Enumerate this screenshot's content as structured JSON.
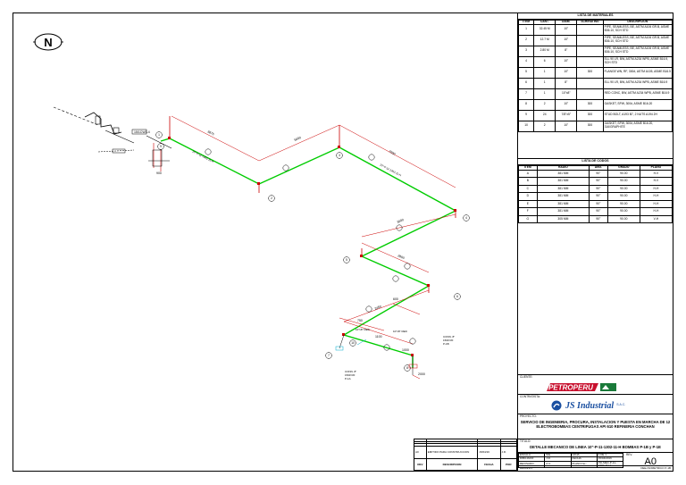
{
  "north": "N",
  "tags": {
    "origin_tag": "15/1CW3-4",
    "branch_tag": "10\"-P-11-1302-11",
    "reducer_note": "10\"x8\" RED",
    "elbow_note": "10\"x8\" RED",
    "pump1_tag": "P-1A",
    "pump2_tag": "P-1B",
    "pump_note_1": "CONN. 8\"",
    "pump_note_2": "CONN. 8\"",
    "pump_flange_1": "150# RF",
    "pump_flange_2": "150# RF"
  },
  "dimensions": [
    "3875",
    "5000",
    "7000",
    "3000",
    "2800",
    "2450",
    "750",
    "1100",
    "1000",
    "900",
    "600",
    "2000"
  ],
  "pipe_labels": [
    "10\"-P-11-1302-11-H"
  ],
  "points": [
    "1",
    "2",
    "3",
    "4",
    "5",
    "6",
    "7",
    "8",
    "9",
    "10",
    "11",
    "12",
    "13",
    "14"
  ],
  "material_list": {
    "title": "LISTA DE MATERIALES",
    "headers": [
      "ITEM",
      "CANT.",
      "DIAM.",
      "SCH/RATING",
      "DESCRIPCION"
    ],
    "rows": [
      [
        "1",
        "32.45 M",
        "10\"",
        "",
        "PIPE, SEAMLESS, BE, ASTM A106 GR.B, ASME B36.10, SCH STD"
      ],
      [
        "2",
        "12.7 M",
        "10\"",
        "",
        "PIPE, SEAMLESS, BE, ASTM A106 GR.B, ASME B36.10, SCH STD"
      ],
      [
        "3",
        "2.80 M",
        "8\"",
        "",
        "PIPE, SEAMLESS, BE, ASTM A106 GR.B, ASME B36.10, SCH STD"
      ],
      [
        "4",
        "6",
        "10\"",
        "",
        "ELL 90 LR, BW, ASTM A234 WPB, ASME B16.9, SCH STD"
      ],
      [
        "5",
        "1",
        "10\"",
        "300",
        "FLANGE WN, RF, 300#, ASTM A105, ASME B16.5"
      ],
      [
        "6",
        "1",
        "8\"",
        "",
        "ELL 90 LR, BW, ASTM A234 WPB, ASME B16.9"
      ],
      [
        "7",
        "1",
        "10\"x8\"",
        "",
        "RED CONC, BW, ASTM A234 WPB, ASME B16.9"
      ],
      [
        "8",
        "2",
        "10\"",
        "300",
        "GASKET, SPW, 300#, ASME B16.20"
      ],
      [
        "9",
        "24",
        "7/8\"x5\"",
        "300",
        "STUD BOLT, A193 B7, 2 NUTS A194 2H"
      ],
      [
        "10",
        "2",
        "10\"",
        "300",
        "GASKET, SPW, 300#, ASME B16.20, 316/GRAPHITE"
      ]
    ]
  },
  "bend_list": {
    "title": "LISTA DE CODOS",
    "headers": [
      "ITEM",
      "RADIO",
      "ANG.",
      "GRADO",
      "PLANO"
    ],
    "rows": [
      [
        "A",
        "381 MM",
        "90°",
        "90.00",
        "H-V"
      ],
      [
        "B",
        "381 MM",
        "90°",
        "90.00",
        "H-V"
      ],
      [
        "C",
        "381 MM",
        "90°",
        "90.00",
        "H-H"
      ],
      [
        "D",
        "381 MM",
        "90°",
        "90.00",
        "H-H"
      ],
      [
        "E",
        "381 MM",
        "90°",
        "90.00",
        "H-H"
      ],
      [
        "F",
        "381 MM",
        "90°",
        "90.00",
        "H-H"
      ],
      [
        "G",
        "305 MM",
        "90°",
        "90.00",
        "V-H"
      ]
    ]
  },
  "client_label": "CLIENTE:",
  "client_name": "PETROPERU",
  "contractor_label": "CONTRATISTA:",
  "contractor_name": "JS Industrial",
  "contractor_suffix": "S.A.C.",
  "project_label": "PROYECTO:",
  "project_text": "SERVICIO DE INGENIERIA, PROCURA, INSTALACION Y PUESTA EN MARCHA DE 12 ELECTROBOMBAS CENTRIFUGAS API 610 REFINERIA CONCHAN",
  "drawing_label": "TITULO:",
  "drawing_title": "DETALLE MECANICO DE LINEA 10\"-P-11-1302-11-H BOMBAS P-1B y P-1E",
  "info": {
    "scale_label": "ESCALA:",
    "scale": "S/E",
    "date_label": "FECHA:",
    "date": "15/04/2016",
    "drawn_label": "DIBUJADO:",
    "drawn": "J.R.",
    "checked_label": "REVISADO:",
    "checked": "A.C.",
    "sheet_label": "HOJA:",
    "sheet": "1 DE 1",
    "rev_label": "REV.",
    "rev": "A0",
    "dwg_label": "PLANO No.:",
    "dwg": "JSI-MEC-P-11-1302-11-H",
    "file_label": "ARCHIVO:",
    "file": "DEE-ISOMETRICO P-1B"
  },
  "revisions": {
    "headers": [
      "REV",
      "DESCRIPCION",
      "FECHA",
      "POR"
    ],
    "row": [
      "A0",
      "EMITIDO PARA CONSTRUCCION",
      "15/04/16",
      "J.R."
    ]
  }
}
